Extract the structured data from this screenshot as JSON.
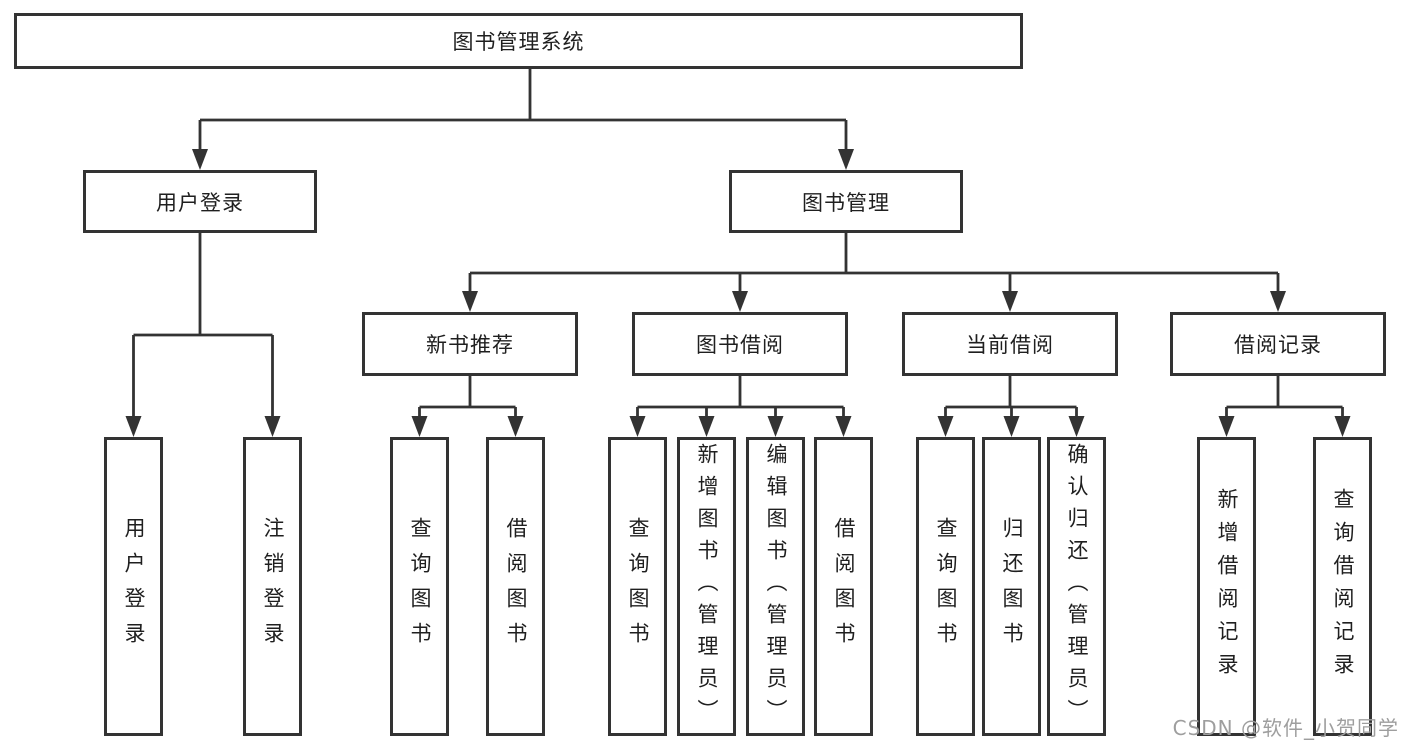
{
  "diagram": {
    "title": "图书管理系统",
    "root": {
      "label": "图书管理系统"
    },
    "level2": [
      {
        "id": "user-login",
        "label": "用户登录"
      },
      {
        "id": "book-management",
        "label": "图书管理"
      }
    ],
    "level3": [
      {
        "id": "new-book-recommend",
        "label": "新书推荐",
        "parent": "图书管理"
      },
      {
        "id": "book-borrow",
        "label": "图书借阅",
        "parent": "图书管理"
      },
      {
        "id": "current-borrow",
        "label": "当前借阅",
        "parent": "图书管理"
      },
      {
        "id": "borrow-records",
        "label": "借阅记录",
        "parent": "图书管理"
      }
    ],
    "leaves": [
      {
        "label": "用户登录",
        "parent": "用户登录"
      },
      {
        "label": "注销登录",
        "parent": "用户登录"
      },
      {
        "label": "查询图书",
        "parent": "新书推荐"
      },
      {
        "label": "借阅图书",
        "parent": "新书推荐"
      },
      {
        "label": "查询图书",
        "parent": "图书借阅"
      },
      {
        "label": "新增图书（管理员）",
        "parent": "图书借阅"
      },
      {
        "label": "编辑图书（管理员）",
        "parent": "图书借阅"
      },
      {
        "label": "借阅图书",
        "parent": "图书借阅"
      },
      {
        "label": "查询图书",
        "parent": "当前借阅"
      },
      {
        "label": "归还图书",
        "parent": "当前借阅"
      },
      {
        "label": "确认归还（管理员）",
        "parent": "当前借阅"
      },
      {
        "label": "新增借阅记录",
        "parent": "借阅记录"
      },
      {
        "label": "查询借阅记录",
        "parent": "借阅记录"
      }
    ]
  },
  "watermark": "CSDN @软件_小贺同学",
  "colors": {
    "line": "#333333",
    "box_border": "#333333",
    "text": "#1f1f1f",
    "watermark": "#9e9e9e",
    "background": "#ffffff"
  }
}
